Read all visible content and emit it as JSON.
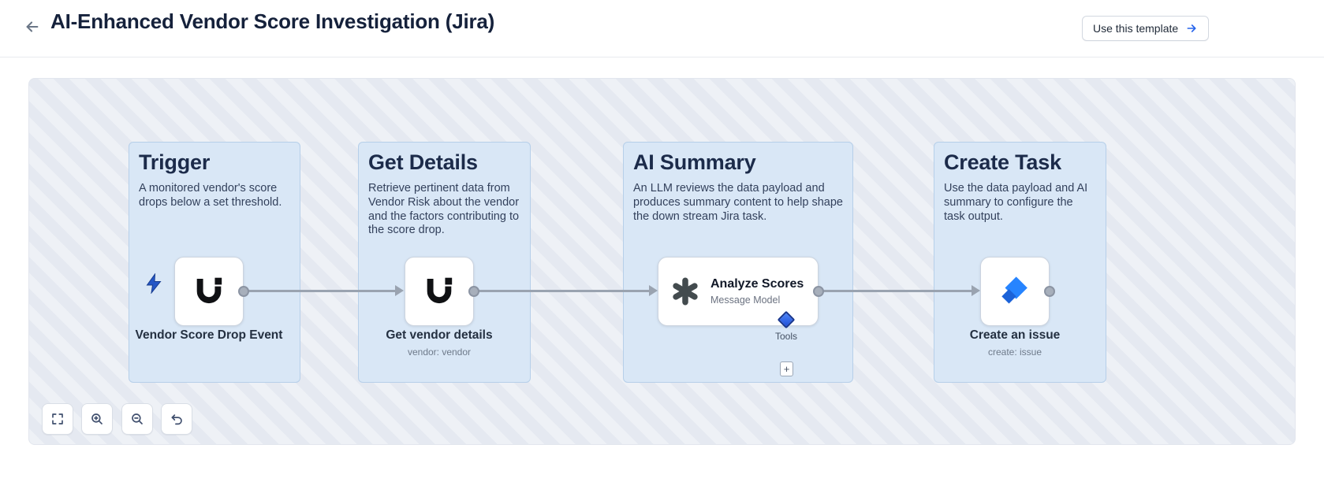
{
  "header": {
    "title": "AI-Enhanced Vendor Score Investigation (Jira)",
    "use_template_button": "Use this template"
  },
  "workflow": {
    "trigger": {
      "title": "Trigger",
      "description": "A monitored vendor's score drops below a set threshold.",
      "node_label": "Vendor Score Drop Event"
    },
    "get_details": {
      "title": "Get Details",
      "description": "Retrieve pertinent data from Vendor Risk about the vendor and the factors contributing to the score drop.",
      "node_label": "Get vendor details",
      "node_sublabel": "vendor: vendor"
    },
    "ai_summary": {
      "title": "AI Summary",
      "description": "An LLM reviews the data payload and produces summary content to help shape the down stream Jira task.",
      "node_title": "Analyze Scores",
      "node_subtitle": "Message Model",
      "tools_label": "Tools",
      "add_tool_button": "+"
    },
    "create_task": {
      "title": "Create Task",
      "description": "Use the data payload and AI summary to configure the task output.",
      "node_label": "Create an issue",
      "node_sublabel": "create: issue"
    }
  },
  "icons": {
    "back": "arrow-left",
    "template_cta": "arrow-right",
    "trigger_node": "lightning-bolt",
    "vendor_risk_app": "u-mark",
    "ai_model": "openai-mark",
    "task_app": "jira-mark",
    "canvas_controls": [
      "fullscreen",
      "zoom-in",
      "zoom-out",
      "undo"
    ]
  },
  "colors": {
    "panel_bg": "#d9e7f6",
    "panel_border": "#b6cfe9",
    "connector": "#9aa3b0",
    "accent_blue": "#2563eb",
    "jira_blue": "#2684FF",
    "title_text": "#15213b"
  }
}
